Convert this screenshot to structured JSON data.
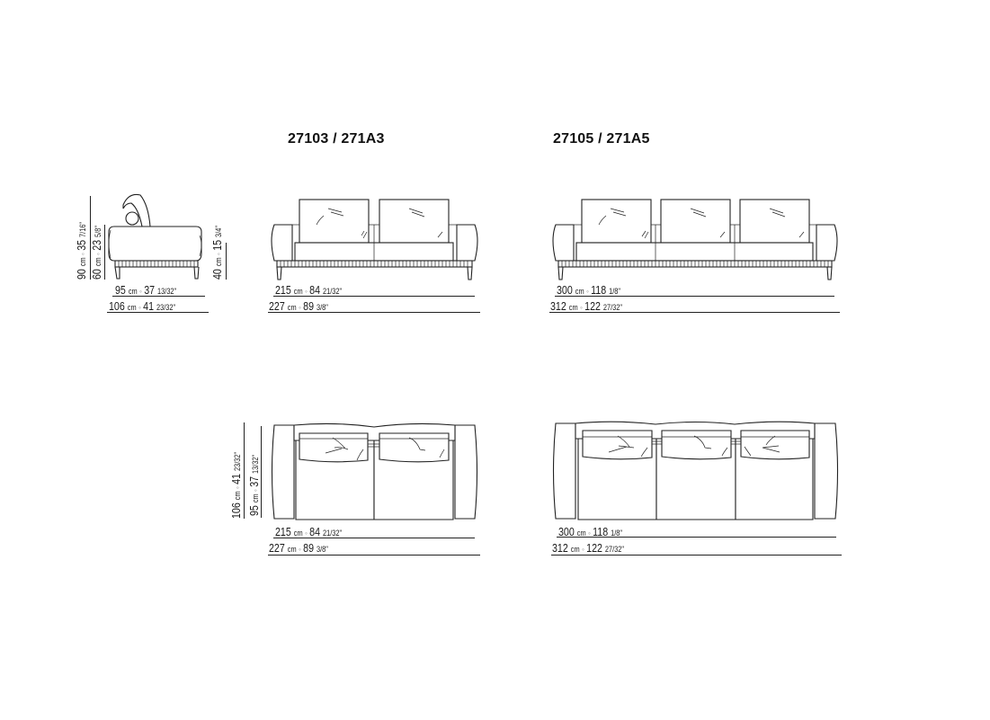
{
  "models": [
    {
      "code": "27103 / 271A3",
      "front_view": {
        "seat_width": {
          "cm": "215",
          "unit": "cm",
          "inch": "84",
          "frac": "21/32\""
        },
        "total_width": {
          "cm": "227",
          "unit": "cm",
          "inch": "89",
          "frac": "3/8\""
        }
      },
      "top_view": {
        "seat_width": {
          "cm": "215",
          "unit": "cm",
          "inch": "84",
          "frac": "21/32\""
        },
        "total_width": {
          "cm": "227",
          "unit": "cm",
          "inch": "89",
          "frac": "3/8\""
        },
        "total_depth": {
          "cm": "106",
          "unit": "cm",
          "inch": "41",
          "frac": "23/32\""
        },
        "seat_depth": {
          "cm": "95",
          "unit": "cm",
          "inch": "37",
          "frac": "13/32\""
        }
      }
    },
    {
      "code": "27105 / 271A5",
      "front_view": {
        "seat_width": {
          "cm": "300",
          "unit": "cm",
          "inch": "118",
          "frac": "1/8\""
        },
        "total_width": {
          "cm": "312",
          "unit": "cm",
          "inch": "122",
          "frac": "27/32\""
        }
      },
      "top_view": {
        "seat_width": {
          "cm": "300",
          "unit": "cm",
          "inch": "118",
          "frac": "1/8\""
        },
        "total_width": {
          "cm": "312",
          "unit": "cm",
          "inch": "122",
          "frac": "27/32\""
        }
      }
    }
  ],
  "side_view": {
    "total_height": {
      "cm": "90",
      "unit": "cm",
      "inch": "35",
      "frac": "7/16\""
    },
    "arm_height": {
      "cm": "60",
      "unit": "cm",
      "inch": "23",
      "frac": "5/8\""
    },
    "seat_height": {
      "cm": "40",
      "unit": "cm",
      "inch": "15",
      "frac": "3/4\""
    },
    "seat_depth": {
      "cm": "95",
      "unit": "cm",
      "inch": "37",
      "frac": "13/32\""
    },
    "total_depth": {
      "cm": "106",
      "unit": "cm",
      "inch": "41",
      "frac": "23/32\""
    }
  },
  "separator": "◦"
}
